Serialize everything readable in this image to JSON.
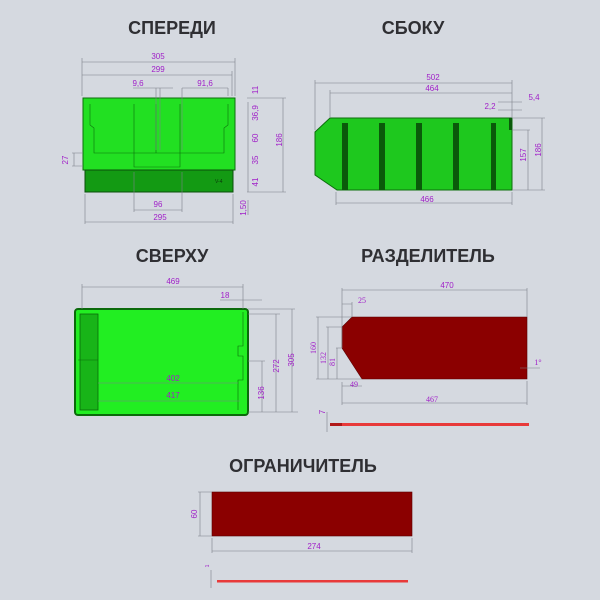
{
  "titles": {
    "front": "СПЕРЕДИ",
    "side": "СБОКУ",
    "top": "СВЕРХУ",
    "divider": "РАЗДЕЛИТЕЛЬ",
    "limiter": "ОГРАНИЧИТЕЛЬ"
  },
  "front": {
    "dims": {
      "w305": "305",
      "w299": "299",
      "d9_6": "9,6",
      "d91_6": "91,6",
      "h11": "11",
      "h36_9": "36,9",
      "h60": "60",
      "h35": "35",
      "h41": "41",
      "h186": "186",
      "h1_50": "1,50",
      "h27": "27",
      "w96": "96",
      "w295": "295"
    },
    "mark": "V-4"
  },
  "side": {
    "dims": {
      "w502": "502",
      "w464": "464",
      "d5_4": "5,4",
      "d2_2": "2,2",
      "h157": "157",
      "h186": "186",
      "w466": "466"
    }
  },
  "top": {
    "dims": {
      "w469": "469",
      "d18": "18",
      "w402": "402",
      "w417": "417",
      "h136": "136",
      "h272": "272",
      "h305": "305"
    }
  },
  "divider": {
    "dims": {
      "w470": "470",
      "d25": "25",
      "h160": "160",
      "h132": "132",
      "h81": "81",
      "d49": "49",
      "w467": "467",
      "angle": "1°",
      "thick": "7"
    }
  },
  "limiter": {
    "dims": {
      "h60": "60",
      "w274": "274",
      "thick": "1"
    }
  },
  "colors": {
    "box_green": "#22e022",
    "part_red": "#8b0000",
    "edge_red": "#e83a3a",
    "dim_purple": "#a020c8"
  }
}
